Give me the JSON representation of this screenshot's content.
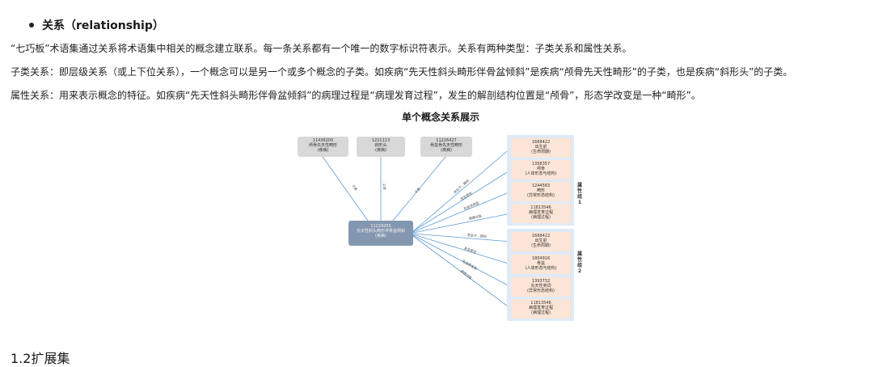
{
  "section": {
    "heading": "关系（relationship）"
  },
  "paragraphs": [
    "“七巧板”术语集通过关系将术语集中相关的概念建立联系。每一条关系都有一个唯一的数字标识符表示。关系有两种类型：子类关系和属性关系。",
    "子类关系：即层级关系（或上下位关系），一个概念可以是另一个或多个概念的子类。如疾病“先天性斜头畸形伴骨盆倾斜”是疾病“颅骨先天性畸形”的子类，也是疾病“斜形头”的子类。",
    "属性关系：用来表示概念的特征。如疾病“先天性斜头畸形伴骨盆倾斜”的病理过程是“病理发育过程”，发生的解剖结构位置是“颅骨”，形态学改变是一种“畸形”。"
  ],
  "figure": {
    "title": "单个概念关系展示",
    "center": {
      "id": "11229255",
      "name": "先天性斜头畸形伴骨盆倾斜",
      "type": "(疾病)"
    },
    "parents": [
      {
        "id": "11436200",
        "name": "颅骨先天性畸形",
        "type": "(疾病)"
      },
      {
        "id": "1221113",
        "name": "斜形头",
        "type": "(疾病)"
      },
      {
        "id": "11226427",
        "name": "骨盆骨先天性畸形",
        "type": "(疾病)"
      }
    ],
    "parent_edge_label": "子类",
    "groups": [
      {
        "label": "属性组1",
        "edges": [
          "发生于...期间",
          "发生部位",
          "形态学改变",
          "病理过程"
        ],
        "nodes": [
          {
            "id": "1668422",
            "name": "出生前",
            "type": "(生命周期)"
          },
          {
            "id": "1358357",
            "name": "颅骨",
            "type": "(人体形态与结构)"
          },
          {
            "id": "1244583",
            "name": "畸形",
            "type": "(异常形态结构)"
          },
          {
            "id": "11813546",
            "name": "病理发育过程",
            "type": "(病理过程)"
          }
        ]
      },
      {
        "label": "属性组2",
        "edges": [
          "发生于...期间",
          "发生部位",
          "形态学改变",
          "病理过程"
        ],
        "nodes": [
          {
            "id": "1668422",
            "name": "出生前",
            "type": "(生命周期)"
          },
          {
            "id": "1804916",
            "name": "骨盆",
            "type": "(人体形态与结构)"
          },
          {
            "id": "1393732",
            "name": "先天性类词",
            "type": "(异常形态结构)"
          },
          {
            "id": "11813546",
            "name": "病理发育过程",
            "type": "(病理过程)"
          }
        ]
      }
    ]
  },
  "next_section": {
    "heading": "1.2扩展集"
  },
  "colors": {
    "connector": "#5b9bd5",
    "center_node": "#8497b0",
    "parent_node": "#d8d8d8",
    "attribute_node": "#fbe5d6",
    "group_frame": "#dfeaf6"
  }
}
